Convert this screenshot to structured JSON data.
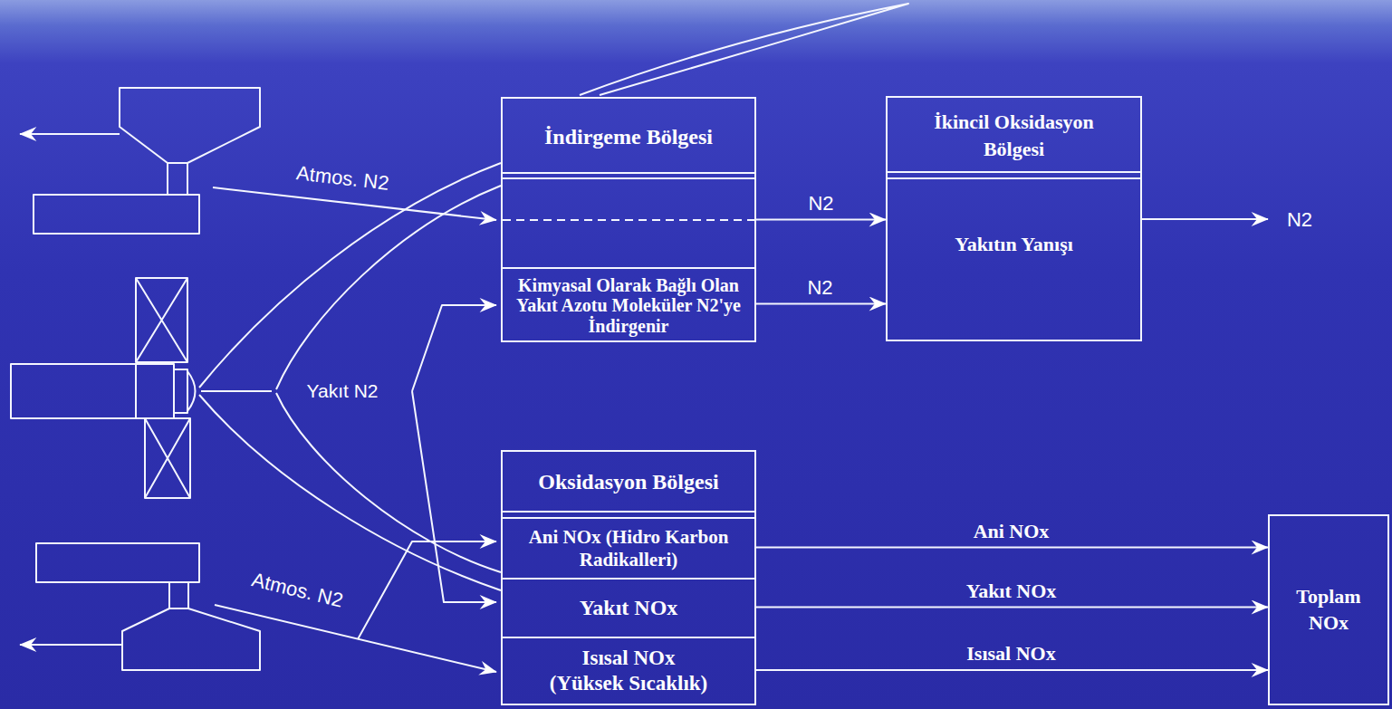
{
  "diagram": {
    "nodes": [
      {
        "text": [
          "İndirgeme Bölgesi"
        ]
      },
      {
        "text": [
          "Kimyasal Olarak Bağlı Olan Yakıt Azotu Moleküler N2'ye İndirgenir"
        ],
        "in": 0
      },
      {
        "text": [
          "İkincil Oksidasyon Bölgesi",
          "Yakıtın Yanışı"
        ]
      },
      {
        "text": [
          "Oksidasyon Bölgesi"
        ]
      },
      {
        "text": [
          "Ani NOx (Hidro Karbon Radikalleri)"
        ],
        "in": 3
      },
      {
        "text": [
          "Yakıt NOx"
        ],
        "in": 3
      },
      {
        "text": [
          "Isısal NOx (Yüksek Sıcaklık)"
        ],
        "in": 3
      },
      {
        "text": [
          "Toplam NOx"
        ]
      }
    ],
    "edges": [
      {
        "from": 0,
        "to": 2,
        "arrow": "to",
        "label": "N2"
      },
      {
        "from": 1,
        "to": 2,
        "arrow": "to",
        "label": "N2"
      },
      {
        "from": 4,
        "to": 7,
        "arrow": "to",
        "label": "Ani NOx"
      },
      {
        "from": 5,
        "to": 7,
        "arrow": "to",
        "label": "Yakıt NOx"
      },
      {
        "from": 6,
        "to": 7,
        "arrow": "to",
        "label": "Isısal NOx"
      }
    ],
    "labels": [
      "Atmos. N2",
      "N2",
      "Yakıt N2",
      "Atmos. N2"
    ]
  }
}
